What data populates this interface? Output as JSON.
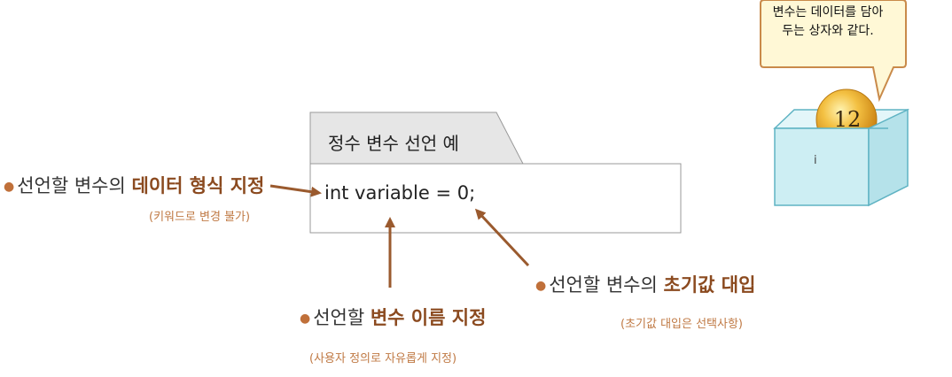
{
  "code_box": {
    "tab_title": "정수 변수 선언 예",
    "code": "int variable = 0;"
  },
  "annotations": {
    "data_type": {
      "prefix": "선언할 변수의 ",
      "emphasis": "데이터 형식 지정",
      "note": "(키워드로 변경 불가)"
    },
    "var_name": {
      "prefix": "선언할 ",
      "emphasis": "변수 이름 지정",
      "note": "(사용자 정의로 자유롭게 지정)"
    },
    "init_value": {
      "prefix": "선언할 변수의 ",
      "emphasis": "초기값 대입",
      "note": "(초기값 대입은 선택사항)"
    }
  },
  "illustration": {
    "bubble_line1": "변수는 데이터를 담아",
    "bubble_line2": "두는 상자와 같다.",
    "ball_value": "12",
    "box_label": "i"
  },
  "colors": {
    "emphasis": "#8b4a1f",
    "arrow": "#9a5a2e",
    "note": "#c07a45",
    "bubble_fill": "#fff8d6",
    "bubble_stroke": "#c98a4a",
    "box_fill": "#cdeef3",
    "ball": "#f0b030"
  }
}
